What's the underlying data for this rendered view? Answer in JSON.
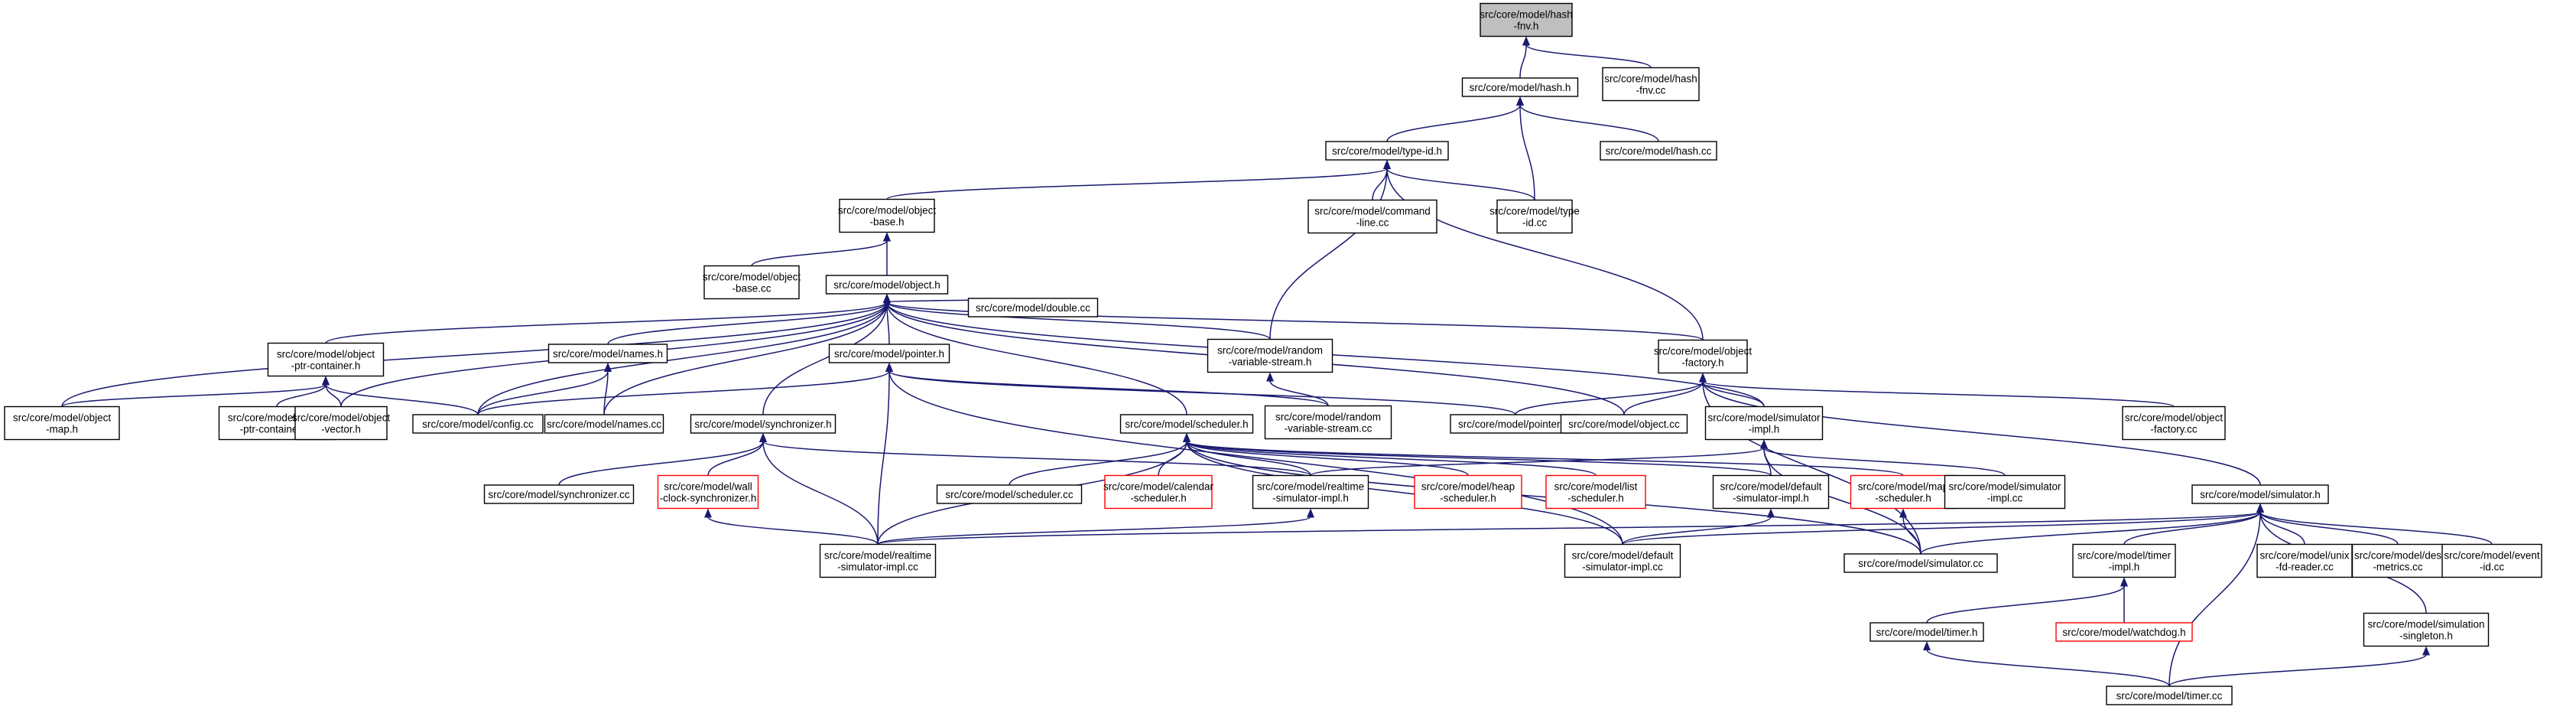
{
  "graph": {
    "title": "src/core/model/hash-fnv.h include dependency graph",
    "colors": {
      "edge": "#191970",
      "root_fill": "#bfbfbf",
      "node_border": "#000000",
      "incomplete_border": "#ff0000"
    },
    "nodes": [
      {
        "id": "hash_fnv_h",
        "lines": [
          "src/core/model/hash",
          "-fnv.h"
        ],
        "root": true
      },
      {
        "id": "hash_h",
        "lines": [
          "src/core/model/hash.h"
        ]
      },
      {
        "id": "hash_fnv_cc",
        "lines": [
          "src/core/model/hash",
          "-fnv.cc"
        ]
      },
      {
        "id": "type_id_h",
        "lines": [
          "src/core/model/type-id.h"
        ]
      },
      {
        "id": "hash_cc",
        "lines": [
          "src/core/model/hash.cc"
        ]
      },
      {
        "id": "object_base_h",
        "lines": [
          "src/core/model/object",
          "-base.h"
        ]
      },
      {
        "id": "command_line_cc",
        "lines": [
          "src/core/model/command",
          "-line.cc"
        ]
      },
      {
        "id": "type_id_cc",
        "lines": [
          "src/core/model/type",
          "-id.cc"
        ]
      },
      {
        "id": "object_base_cc",
        "lines": [
          "src/core/model/object",
          "-base.cc"
        ]
      },
      {
        "id": "object_h",
        "lines": [
          "src/core/model/object.h"
        ]
      },
      {
        "id": "object_ptr_container_h",
        "lines": [
          "src/core/model/object",
          "-ptr-container.h"
        ]
      },
      {
        "id": "names_h",
        "lines": [
          "src/core/model/names.h"
        ]
      },
      {
        "id": "pointer_h",
        "lines": [
          "src/core/model/pointer.h"
        ]
      },
      {
        "id": "double_cc",
        "lines": [
          "src/core/model/double.cc"
        ]
      },
      {
        "id": "random_variable_stream_h",
        "lines": [
          "src/core/model/random",
          "-variable-stream.h"
        ]
      },
      {
        "id": "object_factory_h",
        "lines": [
          "src/core/model/object",
          "-factory.h"
        ]
      },
      {
        "id": "object_map_h",
        "lines": [
          "src/core/model/object",
          "-map.h"
        ]
      },
      {
        "id": "object_ptr_container_cc",
        "lines": [
          "src/core/model/object",
          "-ptr-container.cc"
        ]
      },
      {
        "id": "object_vector_h",
        "lines": [
          "src/core/model/object",
          "-vector.h"
        ]
      },
      {
        "id": "config_cc",
        "lines": [
          "src/core/model/config.cc"
        ]
      },
      {
        "id": "names_cc",
        "lines": [
          "src/core/model/names.cc"
        ]
      },
      {
        "id": "random_variable_stream_cc",
        "lines": [
          "src/core/model/random",
          "-variable-stream.cc"
        ]
      },
      {
        "id": "pointer_cc",
        "lines": [
          "src/core/model/pointer.cc"
        ]
      },
      {
        "id": "object_cc",
        "lines": [
          "src/core/model/object.cc"
        ]
      },
      {
        "id": "simulator_impl_h",
        "lines": [
          "src/core/model/simulator",
          "-impl.h"
        ]
      },
      {
        "id": "object_factory_cc",
        "lines": [
          "src/core/model/object",
          "-factory.cc"
        ]
      },
      {
        "id": "synchronizer_h",
        "lines": [
          "src/core/model/synchronizer.h"
        ]
      },
      {
        "id": "scheduler_h",
        "lines": [
          "src/core/model/scheduler.h"
        ]
      },
      {
        "id": "synchronizer_cc",
        "lines": [
          "src/core/model/synchronizer.cc"
        ]
      },
      {
        "id": "wall_clock_synchronizer_h",
        "lines": [
          "src/core/model/wall",
          "-clock-synchronizer.h"
        ],
        "red": true
      },
      {
        "id": "scheduler_cc",
        "lines": [
          "src/core/model/scheduler.cc"
        ]
      },
      {
        "id": "calendar_scheduler_h",
        "lines": [
          "src/core/model/calendar",
          "-scheduler.h"
        ],
        "red": true
      },
      {
        "id": "realtime_simulator_impl_h",
        "lines": [
          "src/core/model/realtime",
          "-simulator-impl.h"
        ]
      },
      {
        "id": "heap_scheduler_h",
        "lines": [
          "src/core/model/heap",
          "-scheduler.h"
        ],
        "red": true
      },
      {
        "id": "list_scheduler_h",
        "lines": [
          "src/core/model/list",
          "-scheduler.h"
        ],
        "red": true
      },
      {
        "id": "default_simulator_impl_h",
        "lines": [
          "src/core/model/default",
          "-simulator-impl.h"
        ]
      },
      {
        "id": "map_scheduler_h",
        "lines": [
          "src/core/model/map",
          "-scheduler.h"
        ],
        "red": true
      },
      {
        "id": "simulator_impl_cc",
        "lines": [
          "src/core/model/simulator",
          "-impl.cc"
        ]
      },
      {
        "id": "simulator_h",
        "lines": [
          "src/core/model/simulator.h"
        ]
      },
      {
        "id": "realtime_simulator_impl_cc",
        "lines": [
          "src/core/model/realtime",
          "-simulator-impl.cc"
        ]
      },
      {
        "id": "default_simulator_impl_cc",
        "lines": [
          "src/core/model/default",
          "-simulator-impl.cc"
        ]
      },
      {
        "id": "simulator_cc",
        "lines": [
          "src/core/model/simulator.cc"
        ]
      },
      {
        "id": "timer_impl_h",
        "lines": [
          "src/core/model/timer",
          "-impl.h"
        ]
      },
      {
        "id": "unix_fd_reader_cc",
        "lines": [
          "src/core/model/unix",
          "-fd-reader.cc"
        ]
      },
      {
        "id": "des_metrics_cc",
        "lines": [
          "src/core/model/des",
          "-metrics.cc"
        ]
      },
      {
        "id": "event_id_cc",
        "lines": [
          "src/core/model/event",
          "-id.cc"
        ]
      },
      {
        "id": "timer_h",
        "lines": [
          "src/core/model/timer.h"
        ]
      },
      {
        "id": "watchdog_h",
        "lines": [
          "src/core/model/watchdog.h"
        ],
        "red": true
      },
      {
        "id": "simulation_singleton_h",
        "lines": [
          "src/core/model/simulation",
          "-singleton.h"
        ]
      },
      {
        "id": "timer_cc",
        "lines": [
          "src/core/model/timer.cc"
        ]
      }
    ],
    "edges": [
      [
        "hash_fnv_h",
        "hash_h"
      ],
      [
        "hash_fnv_h",
        "hash_fnv_cc"
      ],
      [
        "hash_h",
        "type_id_h"
      ],
      [
        "hash_h",
        "hash_cc"
      ],
      [
        "hash_h",
        "type_id_cc"
      ],
      [
        "type_id_h",
        "object_base_h"
      ],
      [
        "type_id_h",
        "command_line_cc"
      ],
      [
        "type_id_h",
        "type_id_cc"
      ],
      [
        "type_id_h",
        "random_variable_stream_h"
      ],
      [
        "type_id_h",
        "object_factory_h"
      ],
      [
        "object_base_h",
        "object_base_cc"
      ],
      [
        "object_base_h",
        "object_h"
      ],
      [
        "object_h",
        "object_ptr_container_h"
      ],
      [
        "object_h",
        "names_h"
      ],
      [
        "object_h",
        "pointer_h"
      ],
      [
        "object_h",
        "double_cc"
      ],
      [
        "object_h",
        "random_variable_stream_h"
      ],
      [
        "object_h",
        "object_factory_h"
      ],
      [
        "object_h",
        "object_map_h"
      ],
      [
        "object_h",
        "object_vector_h"
      ],
      [
        "object_h",
        "config_cc"
      ],
      [
        "object_h",
        "names_cc"
      ],
      [
        "object_h",
        "object_cc"
      ],
      [
        "object_h",
        "simulator_impl_h"
      ],
      [
        "object_h",
        "synchronizer_h"
      ],
      [
        "object_h",
        "scheduler_h"
      ],
      [
        "object_ptr_container_h",
        "object_map_h"
      ],
      [
        "object_ptr_container_h",
        "object_ptr_container_cc"
      ],
      [
        "object_ptr_container_h",
        "object_vector_h"
      ],
      [
        "object_ptr_container_h",
        "config_cc"
      ],
      [
        "names_h",
        "config_cc"
      ],
      [
        "names_h",
        "names_cc"
      ],
      [
        "pointer_h",
        "config_cc"
      ],
      [
        "pointer_h",
        "random_variable_stream_cc"
      ],
      [
        "pointer_h",
        "pointer_cc"
      ],
      [
        "pointer_h",
        "realtime_simulator_impl_cc"
      ],
      [
        "pointer_h",
        "default_simulator_impl_cc"
      ],
      [
        "random_variable_stream_h",
        "random_variable_stream_cc"
      ],
      [
        "object_factory_h",
        "pointer_cc"
      ],
      [
        "object_factory_h",
        "object_cc"
      ],
      [
        "object_factory_h",
        "simulator_impl_h"
      ],
      [
        "object_factory_h",
        "object_factory_cc"
      ],
      [
        "object_factory_h",
        "simulator_h"
      ],
      [
        "object_factory_h",
        "simulator_cc"
      ],
      [
        "simulator_impl_h",
        "realtime_simulator_impl_h"
      ],
      [
        "simulator_impl_h",
        "default_simulator_impl_h"
      ],
      [
        "simulator_impl_h",
        "simulator_impl_cc"
      ],
      [
        "simulator_impl_h",
        "simulator_cc"
      ],
      [
        "synchronizer_h",
        "synchronizer_cc"
      ],
      [
        "synchronizer_h",
        "wall_clock_synchronizer_h"
      ],
      [
        "synchronizer_h",
        "realtime_simulator_impl_cc"
      ],
      [
        "synchronizer_h",
        "realtime_simulator_impl_h"
      ],
      [
        "wall_clock_synchronizer_h",
        "realtime_simulator_impl_cc"
      ],
      [
        "scheduler_h",
        "scheduler_cc"
      ],
      [
        "scheduler_h",
        "calendar_scheduler_h"
      ],
      [
        "scheduler_h",
        "realtime_simulator_impl_h"
      ],
      [
        "scheduler_h",
        "heap_scheduler_h"
      ],
      [
        "scheduler_h",
        "list_scheduler_h"
      ],
      [
        "scheduler_h",
        "default_simulator_impl_h"
      ],
      [
        "scheduler_h",
        "map_scheduler_h"
      ],
      [
        "scheduler_h",
        "realtime_simulator_impl_cc"
      ],
      [
        "scheduler_h",
        "default_simulator_impl_cc"
      ],
      [
        "scheduler_h",
        "simulator_cc"
      ],
      [
        "realtime_simulator_impl_h",
        "realtime_simulator_impl_cc"
      ],
      [
        "default_simulator_impl_h",
        "default_simulator_impl_cc"
      ],
      [
        "map_scheduler_h",
        "simulator_cc"
      ],
      [
        "simulator_h",
        "realtime_simulator_impl_cc"
      ],
      [
        "simulator_h",
        "default_simulator_impl_cc"
      ],
      [
        "simulator_h",
        "simulator_cc"
      ],
      [
        "simulator_h",
        "timer_impl_h"
      ],
      [
        "simulator_h",
        "unix_fd_reader_cc"
      ],
      [
        "simulator_h",
        "des_metrics_cc"
      ],
      [
        "simulator_h",
        "event_id_cc"
      ],
      [
        "simulator_h",
        "simulation_singleton_h"
      ],
      [
        "simulator_h",
        "timer_cc"
      ],
      [
        "timer_impl_h",
        "timer_h"
      ],
      [
        "timer_impl_h",
        "watchdog_h"
      ],
      [
        "timer_h",
        "timer_cc"
      ],
      [
        "simulation_singleton_h",
        "timer_cc"
      ]
    ]
  }
}
